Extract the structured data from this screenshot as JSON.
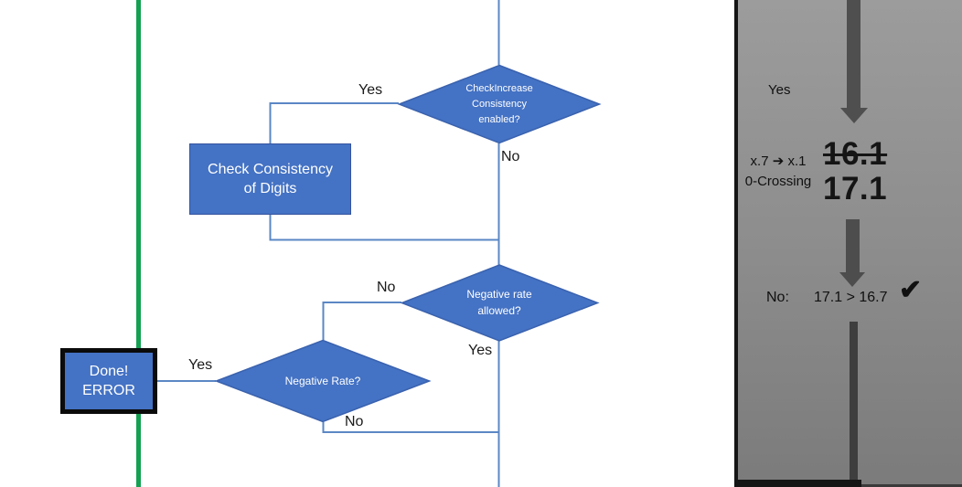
{
  "colors": {
    "shape_blue": "#4472C4",
    "shape_border_blue": "#35539E",
    "connector_blue": "#5B87C5",
    "green_guide_line": "#14A152",
    "panel_gray_top": "#9C9C9C",
    "panel_gray_bottom": "#7B7B7B",
    "arrow_gray": "#4F4F4F",
    "dark_bar": "#3E3E3E"
  },
  "flowchart": {
    "decision_check_increase": "CheckIncrease\nConsistency\nenabled?",
    "process_check_consistency": "Check Consistency\nof Digits",
    "decision_negative_rate_allowed": "Negative rate\nallowed?",
    "decision_negative_rate": "Negative Rate?",
    "terminal_done_error": "Done!\nERROR",
    "labels": {
      "yes_check_increase": "Yes",
      "no_check_increase": "No",
      "no_negative_allowed": "No",
      "yes_negative_allowed": "Yes",
      "yes_negative_rate": "Yes",
      "no_negative_rate": "No"
    }
  },
  "side_panel": {
    "yes_label": "Yes",
    "rule_line1": "x.7 ➔ x.1",
    "rule_line2": "0-Crossing",
    "old_value": "16.1",
    "new_value": "17.1",
    "result_prefix": "No:",
    "result_comparison": "17.1 > 16.7",
    "checkmark_icon": "✔"
  }
}
